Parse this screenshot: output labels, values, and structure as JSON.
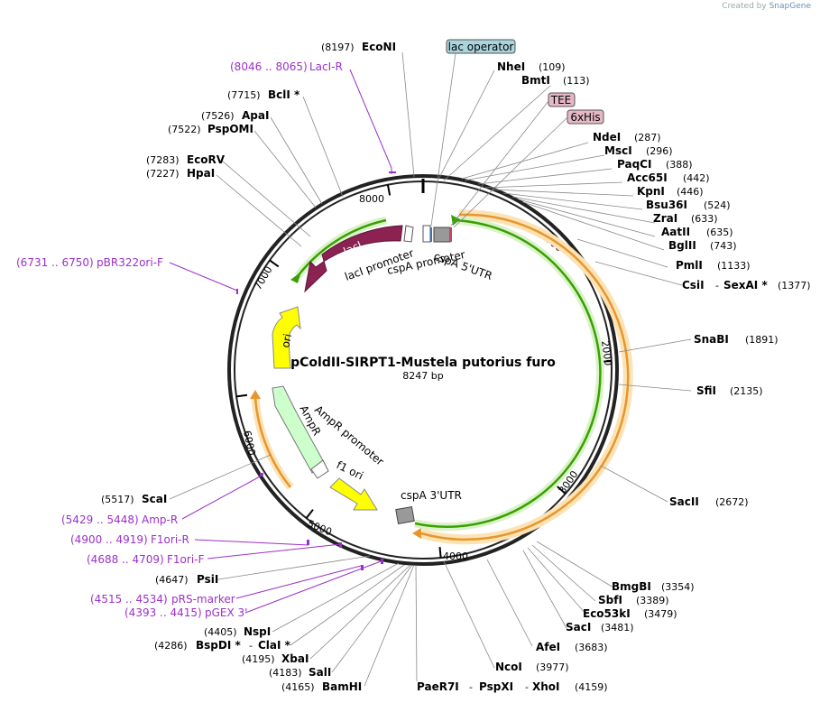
{
  "credit": {
    "prefix": "Created by",
    "brand": "SnapGene"
  },
  "plasmid": {
    "name": "pColdII-SIRPT1-Mustela putorius furo",
    "size_label": "8247 bp",
    "length": 8247
  },
  "ticks": [
    "1000",
    "2000",
    "3000",
    "4000",
    "5000",
    "6000",
    "7000",
    "8000"
  ],
  "sites": [
    {
      "id": "econi",
      "name": "EcoNI",
      "pos": "(8197)"
    },
    {
      "id": "nhei",
      "name": "NheI",
      "pos": "(109)"
    },
    {
      "id": "bmti",
      "name": "BmtI",
      "pos": "(113)"
    },
    {
      "id": "ndei",
      "name": "NdeI",
      "pos": "(287)"
    },
    {
      "id": "msci",
      "name": "MscI",
      "pos": "(296)"
    },
    {
      "id": "paqci",
      "name": "PaqCI",
      "pos": "(388)"
    },
    {
      "id": "acc65i",
      "name": "Acc65I",
      "pos": "(442)"
    },
    {
      "id": "kpni",
      "name": "KpnI",
      "pos": "(446)"
    },
    {
      "id": "bsu36i",
      "name": "Bsu36I",
      "pos": "(524)"
    },
    {
      "id": "zrai",
      "name": "ZraI",
      "pos": "(633)"
    },
    {
      "id": "aatii",
      "name": "AatII",
      "pos": "(635)"
    },
    {
      "id": "bglii",
      "name": "BglII",
      "pos": "(743)"
    },
    {
      "id": "pmli",
      "name": "PmlI",
      "pos": "(1133)"
    },
    {
      "id": "csii",
      "name": "CsiI",
      "pos": "(1377)",
      "extra": "SexAI *"
    },
    {
      "id": "snabi",
      "name": "SnaBI",
      "pos": "(1891)"
    },
    {
      "id": "sfii",
      "name": "SfiI",
      "pos": "(2135)"
    },
    {
      "id": "sacii",
      "name": "SacII",
      "pos": "(2672)"
    },
    {
      "id": "bmgbi",
      "name": "BmgBI",
      "pos": "(3354)"
    },
    {
      "id": "sbfi",
      "name": "SbfI",
      "pos": "(3389)"
    },
    {
      "id": "eco53ki",
      "name": "Eco53kI",
      "pos": "(3479)"
    },
    {
      "id": "saci",
      "name": "SacI",
      "pos": "(3481)"
    },
    {
      "id": "afei",
      "name": "AfeI",
      "pos": "(3683)"
    },
    {
      "id": "ncoi",
      "name": "NcoI",
      "pos": "(3977)"
    },
    {
      "id": "paer7i",
      "name": "PaeR7I",
      "pos": "(4159)",
      "extra": "PspXI",
      "extra2": "XhoI"
    },
    {
      "id": "bamhi",
      "name": "BamHI",
      "pos": "(4165)"
    },
    {
      "id": "sali",
      "name": "SalI",
      "pos": "(4183)"
    },
    {
      "id": "xbai",
      "name": "XbaI",
      "pos": "(4195)"
    },
    {
      "id": "bspdi",
      "name": "BspDI *",
      "pos": "(4286)",
      "extra": "ClaI *"
    },
    {
      "id": "nspi",
      "name": "NspI",
      "pos": "(4405)"
    },
    {
      "id": "psii",
      "name": "PsiI",
      "pos": "(4647)"
    },
    {
      "id": "scai",
      "name": "ScaI",
      "pos": "(5517)"
    },
    {
      "id": "hpai",
      "name": "HpaI",
      "pos": "(7227)"
    },
    {
      "id": "ecorv",
      "name": "EcoRV",
      "pos": "(7283)"
    },
    {
      "id": "pspomi",
      "name": "PspOMI",
      "pos": "(7522)"
    },
    {
      "id": "apai",
      "name": "ApaI",
      "pos": "(7526)"
    },
    {
      "id": "bcli",
      "name": "BclI *",
      "pos": "(7715)"
    }
  ],
  "primers": [
    {
      "id": "lacir",
      "name": "LacI-R",
      "range": "(8046 .. 8065)"
    },
    {
      "id": "pbr322",
      "name": "pBR322ori-F",
      "range": "(6731 .. 6750)"
    },
    {
      "id": "ampr",
      "name": "Amp-R",
      "range": "(5429 .. 5448)"
    },
    {
      "id": "f1orir",
      "name": "F1ori-R",
      "range": "(4900 .. 4919)"
    },
    {
      "id": "f1orif",
      "name": "F1ori-F",
      "range": "(4688 .. 4709)"
    },
    {
      "id": "prs",
      "name": "pRS-marker",
      "range": "(4515 .. 4534)"
    },
    {
      "id": "pgex",
      "name": "pGEX 3'",
      "range": "(4393 .. 4415)"
    }
  ],
  "boxed_features": [
    {
      "id": "lacop",
      "label": "lac operator",
      "color": "#a9d4dd"
    },
    {
      "id": "tee",
      "label": "TEE",
      "color": "#e6b8c6"
    },
    {
      "id": "hisx",
      "label": "6xHis",
      "color": "#e6b8c6"
    }
  ],
  "features": {
    "laci": "lacI",
    "laci_promoter": "lacI promoter",
    "cspa_promoter": "cspA promoter",
    "cspa_5utr": "cspA 5'UTR",
    "cspa_3utr": "cspA 3'UTR",
    "ori": "ori",
    "ampr": "AmpR",
    "ampr_promoter": "AmpR promoter",
    "f1ori": "f1 ori"
  },
  "colors": {
    "laci": "#8b2252",
    "ori": "#ffff00",
    "ampr": "#ccffcc",
    "orange_arc": "#e8962c",
    "green_arc": "#3aa000",
    "primer": "#9b30c8",
    "utr": "#999999"
  }
}
